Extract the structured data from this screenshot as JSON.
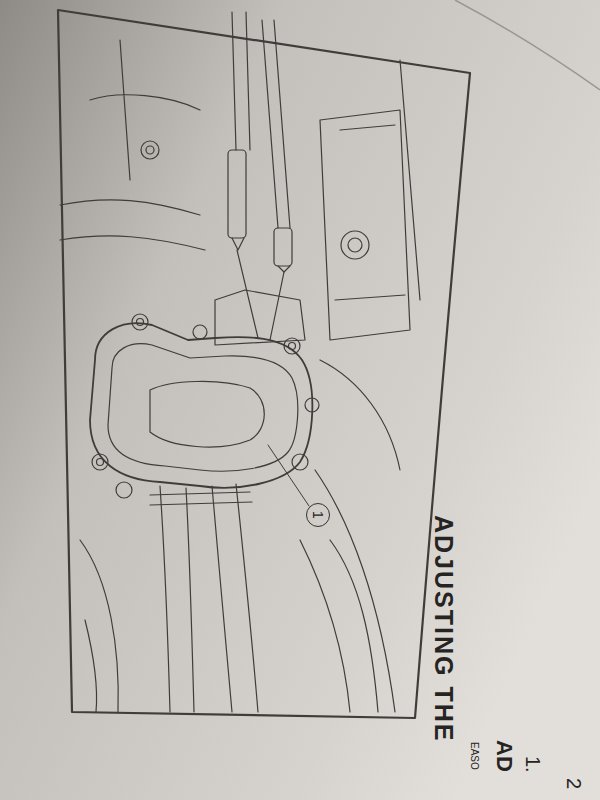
{
  "diagram": {
    "title": "ADJUSTING THE",
    "nodes": [
      {
        "text": [
          "1"
        ]
      }
    ],
    "labels": [
      "EASO",
      "AD",
      "1.",
      "2"
    ]
  }
}
